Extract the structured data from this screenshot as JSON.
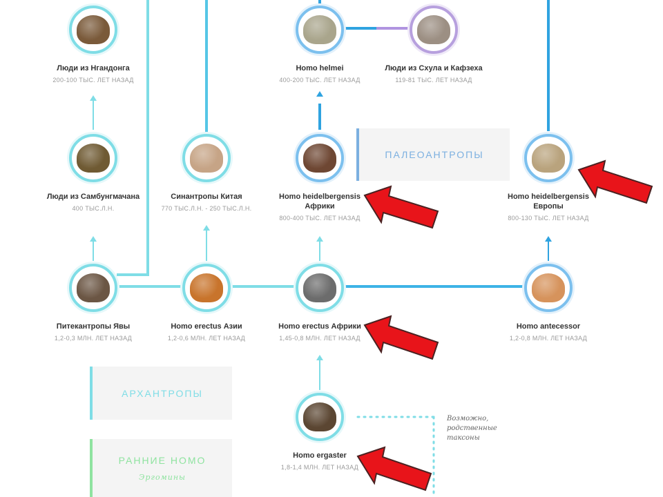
{
  "nodes": [
    {
      "name": "Люди из Нгандонга",
      "date": "200-100 ТЫС. ЛЕТ НАЗАД",
      "color": "cyan",
      "skull": "#7a5a3a"
    },
    {
      "name": "Homo helmei",
      "date": "400-200 ТЫС. ЛЕТ НАЗАД",
      "color": "blue",
      "skull": "#a9a58c"
    },
    {
      "name": "Люди из Схула и Кафзеха",
      "date": "119-81 ТЫС. ЛЕТ НАЗАД",
      "color": "purple",
      "skull": "#9c8f83"
    },
    {
      "name": "Люди из Самбунгмачана",
      "date": "400 ТЫС.Л.Н.",
      "color": "cyan",
      "skull": "#6f5a33"
    },
    {
      "name": "Синантропы Китая",
      "date": "770 ТЫС.Л.Н. - 250 ТЫС.Л.Н.",
      "color": "cyan",
      "skull": "#c6a486"
    },
    {
      "name": "Homo heidelbergensis\nАфрики",
      "date": "800-400 ТЫС. ЛЕТ НАЗАД",
      "color": "blue",
      "skull": "#6e4733"
    },
    {
      "name": "Homo heidelbergensis\nЕвропы",
      "date": "800-130 ТЫС. ЛЕТ НАЗАД",
      "color": "blue",
      "skull": "#b9a37d"
    },
    {
      "name": "Питекантропы Явы",
      "date": "1,2-0,3 МЛН. ЛЕТ НАЗАД",
      "color": "cyan",
      "skull": "#6b5644"
    },
    {
      "name": "Homo erectus Азии",
      "date": "1,2-0,6 МЛН. ЛЕТ НАЗАД",
      "color": "cyan",
      "skull": "#c8742c"
    },
    {
      "name": "Homo erectus Африки",
      "date": "1,45-0,8 МЛН. ЛЕТ НАЗАД",
      "color": "cyan",
      "skull": "#6c6c6c"
    },
    {
      "name": "Homo antecessor",
      "date": "1,2-0,8 МЛН. ЛЕТ НАЗАД",
      "color": "blue",
      "skull": "#d6935c"
    },
    {
      "name": "Homo ergaster",
      "date": "1,8-1,4 МЛН. ЛЕТ НАЗАД",
      "color": "cyan",
      "skull": "#5b4632"
    }
  ],
  "panels": {
    "paleo": {
      "title": "ПАЛЕОАНТРОПЫ",
      "color": "#7cb0e0"
    },
    "arch": {
      "title": "АРХАНТРОПЫ",
      "color": "#7fdde6"
    },
    "early": {
      "title": "РАННИЕ HOMO",
      "subtitle": "Эргомины",
      "color": "#8fe3a0"
    }
  },
  "note": "Возможно, родственные таксоны",
  "colors": {
    "cyan": "#7fdde6",
    "blue": "#2fa3e0",
    "purple": "#b094e0",
    "arrow": "#e8141a"
  }
}
